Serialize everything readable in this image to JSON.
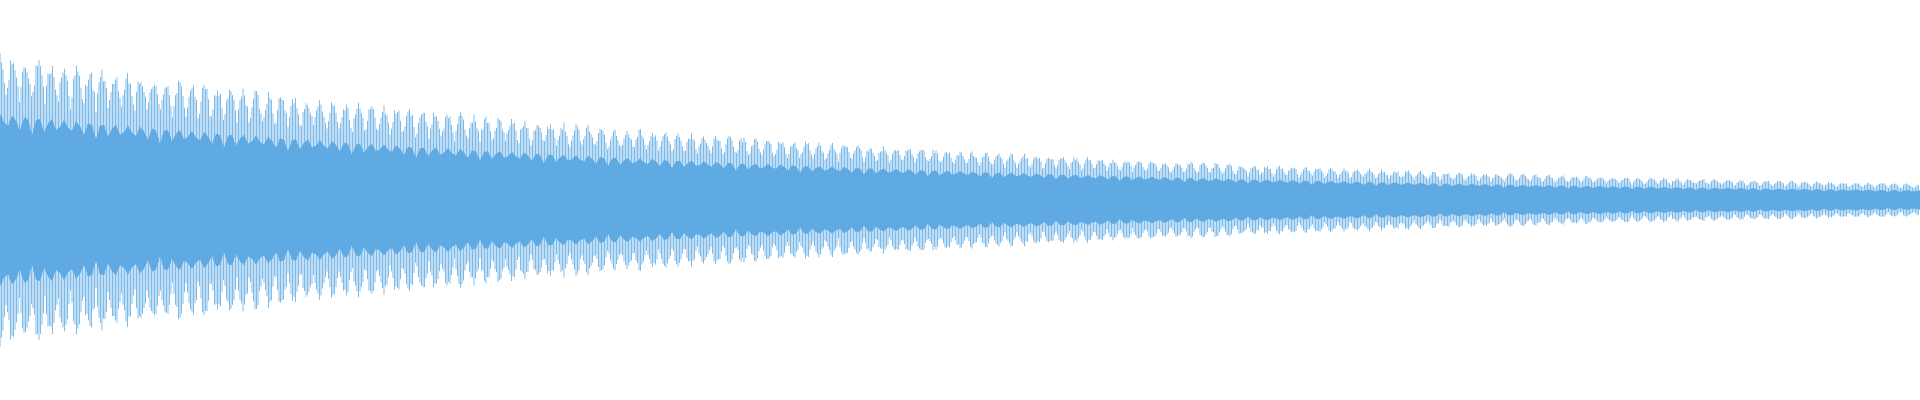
{
  "waveform": {
    "color": "#5faae3",
    "background": "#ffffff",
    "envelope": {
      "start_amplitude": 0.88,
      "end_amplitude": 0.1,
      "decay": "exponential"
    },
    "ripple_cycles": 150
  }
}
